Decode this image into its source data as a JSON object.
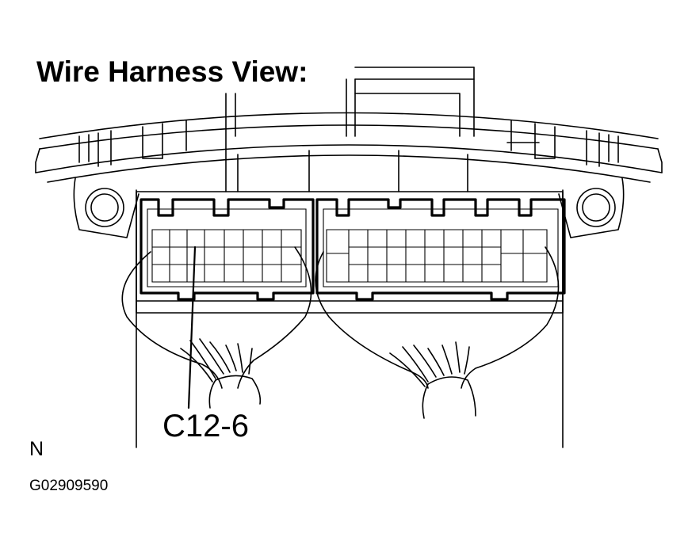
{
  "title": "Wire Harness View:",
  "callout_label": "C12-6",
  "orientation_label": "N",
  "figure_id": "G02909590",
  "colors": {
    "line": "#000000",
    "background": "#ffffff"
  }
}
